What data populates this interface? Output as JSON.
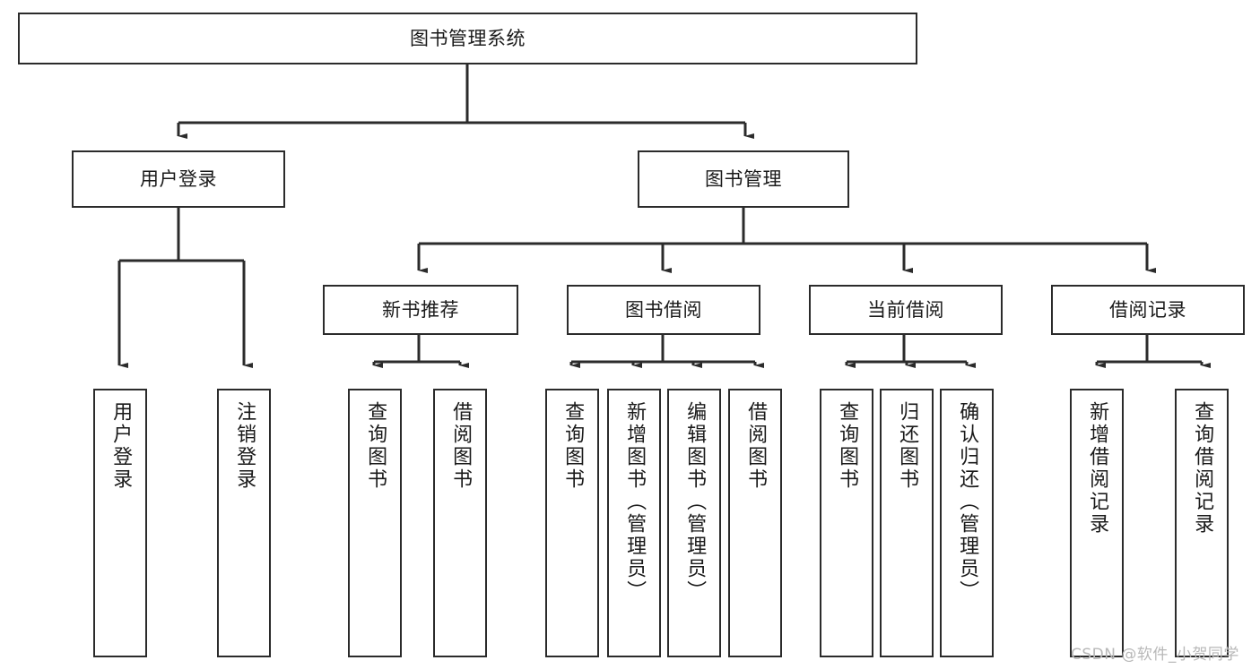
{
  "diagram": {
    "title": "图书管理系统",
    "type": "tree-hierarchy-diagram",
    "root": {
      "label": "图书管理系统"
    },
    "level2": [
      {
        "label": "用户登录"
      },
      {
        "label": "图书管理"
      }
    ],
    "level3": [
      {
        "label": "新书推荐"
      },
      {
        "label": "图书借阅"
      },
      {
        "label": "当前借阅"
      },
      {
        "label": "借阅记录"
      }
    ],
    "leaves": {
      "user_login": [
        {
          "label": "用户登录"
        },
        {
          "label": "注销登录"
        }
      ],
      "new_book_recommend": [
        {
          "label": "查询图书"
        },
        {
          "label": "借阅图书"
        }
      ],
      "book_borrow": [
        {
          "label": "查询图书"
        },
        {
          "label": "新增图书（管理员）"
        },
        {
          "label": "编辑图书（管理员）"
        },
        {
          "label": "借阅图书"
        }
      ],
      "current_borrow": [
        {
          "label": "查询图书"
        },
        {
          "label": "归还图书"
        },
        {
          "label": "确认归还（管理员）"
        }
      ],
      "borrow_record": [
        {
          "label": "新增借阅记录"
        },
        {
          "label": "查询借阅记录"
        }
      ]
    }
  },
  "watermark": {
    "text": "CSDN @软件_小贺同学"
  },
  "colors": {
    "border": "#2b2b2b",
    "background": "#ffffff",
    "text": "#1a1a1a",
    "watermark": "#b8b8b8"
  }
}
